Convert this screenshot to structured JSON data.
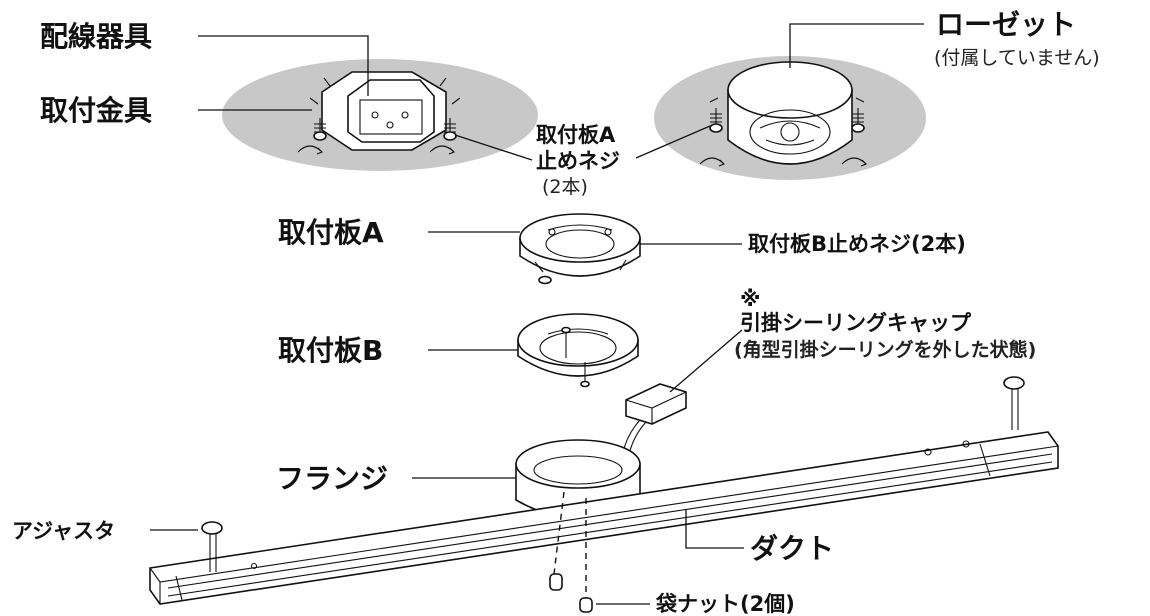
{
  "labels": {
    "wiring_device": "配線器具",
    "mounting_bracket": "取付金具",
    "rosette": "ローゼット",
    "rosette_note": "(付属していません)",
    "plate_a_screw_line1": "取付板A",
    "plate_a_screw_line2": "止めネジ",
    "plate_a_screw_count": "(2本)",
    "plate_a": "取付板A",
    "plate_b_screw": "取付板B止めネジ(2本)",
    "plate_b": "取付板B",
    "cap_mark": "※",
    "cap_title": "引掛シーリングキャップ",
    "cap_note": "(角型引掛シーリングを外した状態)",
    "flange": "フランジ",
    "adjuster": "アジャスタ",
    "duct": "ダクト",
    "cap_nut": "袋ナット(2個)"
  },
  "colors": {
    "ceiling_shadow": "#c8c8c8",
    "line": "#111111"
  }
}
